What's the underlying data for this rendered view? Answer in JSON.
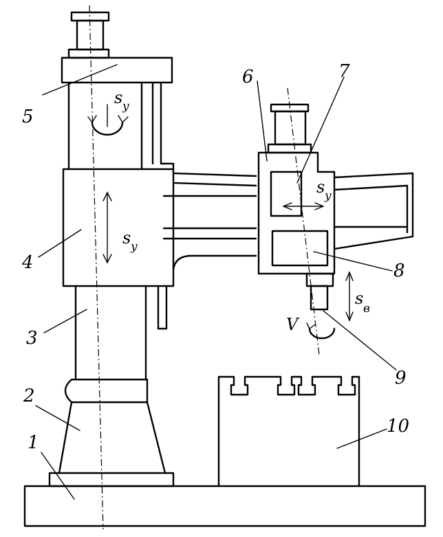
{
  "parts": [
    "1",
    "2",
    "3",
    "4",
    "5",
    "6",
    "7",
    "8",
    "9",
    "10"
  ],
  "motions": {
    "feed_symbol": "s",
    "feed_y_sub": "y",
    "feed_b_sub": "в",
    "speed": "V"
  }
}
